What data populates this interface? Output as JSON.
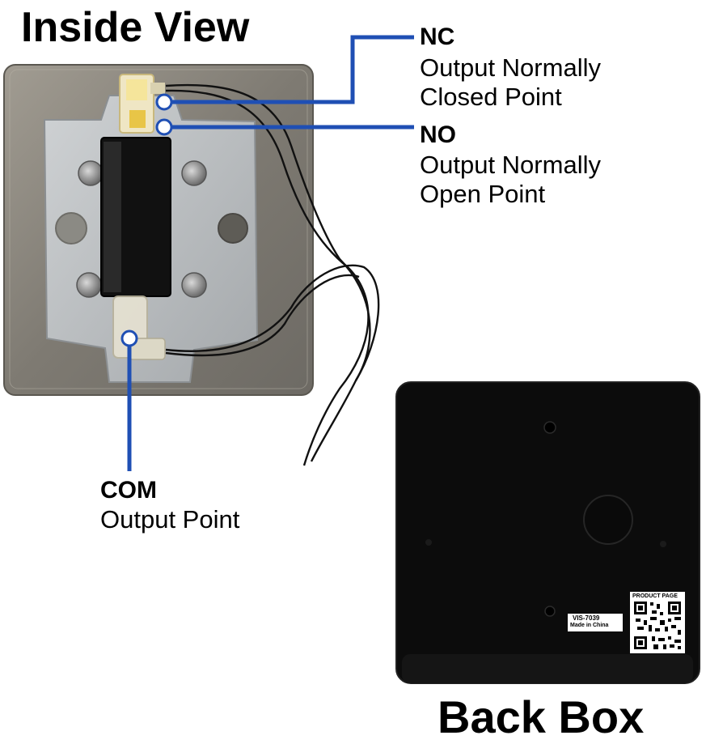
{
  "titles": {
    "inside": "Inside View",
    "back": "Back Box"
  },
  "callouts": {
    "nc": {
      "head": "NC",
      "lines": [
        "Output Normally",
        "Closed Point"
      ]
    },
    "no": {
      "head": "NO",
      "lines": [
        "Output Normally",
        "Open Point"
      ]
    },
    "com": {
      "head": "COM",
      "lines": [
        "Output Point"
      ]
    }
  },
  "product_label": {
    "model": "VIS-7039",
    "origin": "Made in China"
  },
  "qr_label": {
    "heading": "PRODUCT PAGE"
  },
  "colors": {
    "callout_line": "#1f4fb4",
    "plate": "#8a857a",
    "bracket": "#b9bcbf",
    "switch_body": "#111111",
    "back_box": "#0c0c0c"
  }
}
